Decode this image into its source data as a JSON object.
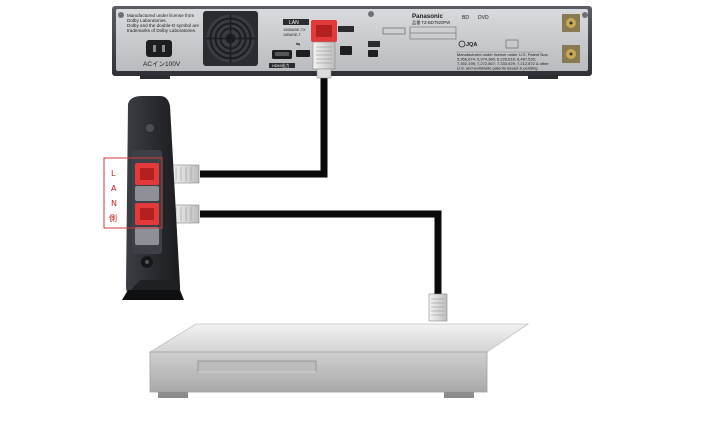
{
  "recorder": {
    "dolby_notice_lines": [
      "Manufactured under license from",
      "Dolby Laboratories.",
      "Dolby and the double-D symbol are",
      "trademarks of Dolby Laboratories."
    ],
    "ac_label": "ACイン100V",
    "lan_label": "LAN",
    "lan_sublabels": [
      "100BASE-TX",
      "10BASE-T"
    ],
    "hdmi_label": "HDMI",
    "hdmi_output_label": "HDMI出力",
    "brand": "Panasonic",
    "model": "品番 TZ-BDT920PW",
    "jqa_label": "JQA",
    "patent_lines": [
      "Manufactured under license under U.S. Patent Nos:",
      "5,956,674; 5,974,380; 6,226,616; 6,487,535;",
      "7,392,195; 7,272,567; 7,333,929; 7,212,872 & other",
      "U.S. and worldwide patents issued & pending."
    ]
  },
  "router": {
    "lan_vertical_label": [
      "L",
      "A",
      "N",
      "側"
    ]
  },
  "cables": {
    "color": "#0a0a0a",
    "highlight_color": "#e23a3a"
  },
  "device": {
    "name": "set-top-player"
  }
}
